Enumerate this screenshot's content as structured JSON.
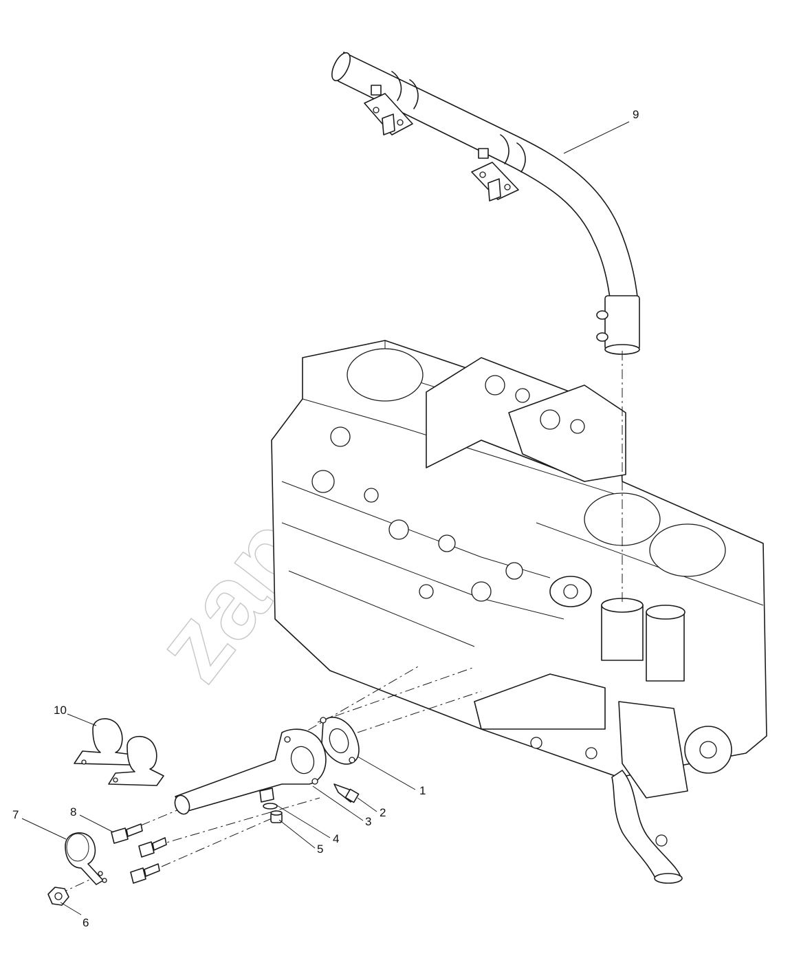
{
  "watermark": "zap    .ru",
  "callouts": [
    {
      "id": "1",
      "label": "1"
    },
    {
      "id": "2",
      "label": "2"
    },
    {
      "id": "3",
      "label": "3"
    },
    {
      "id": "4",
      "label": "4"
    },
    {
      "id": "5",
      "label": "5"
    },
    {
      "id": "6",
      "label": "6"
    },
    {
      "id": "7",
      "label": "7"
    },
    {
      "id": "8",
      "label": "8"
    },
    {
      "id": "9",
      "label": "9"
    },
    {
      "id": "10",
      "label": "10"
    }
  ],
  "colors": {
    "line": "#1a1a1a",
    "background": "#ffffff",
    "watermark": "#c8c8c8"
  }
}
